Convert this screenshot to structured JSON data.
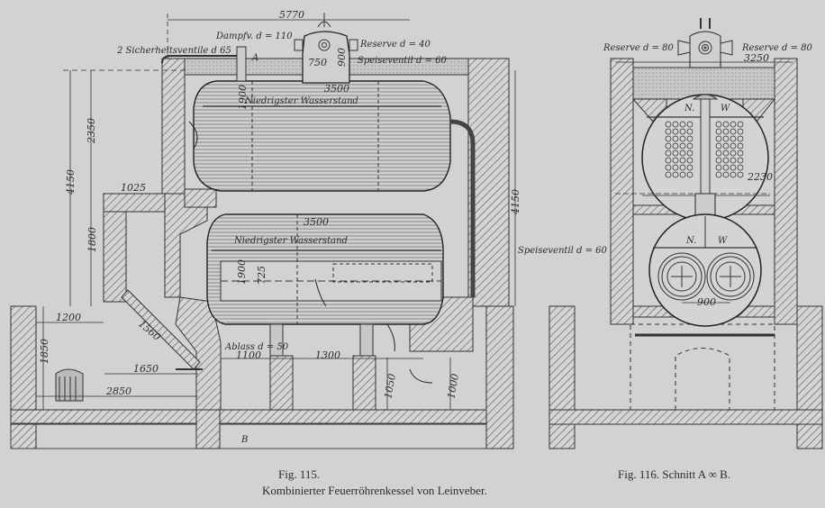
{
  "figure_115": {
    "caption_number": "Fig. 115.",
    "annotations": {
      "safety_valves": "2 Sicherheitsventile d 65",
      "steam_valve": "Dampfv. d = 110",
      "reserve": "Reserve d = 40",
      "feed_valve": "Speiseventil d = 60",
      "section_mark_a": "A",
      "section_mark_b": "B",
      "low_water_upper": "Niedrigster Wasserstand",
      "low_water_lower": "Niedrigster Wasserstand",
      "drain": "Ablass d = 50"
    },
    "dimensions": {
      "overall_length": "5770",
      "dome_width": "750",
      "dome_height": "900",
      "upper_drum_length": "3500",
      "upper_drum_diameter": "1900",
      "lower_drum_length": "3500",
      "lower_drum_diameter": "1900",
      "flue_diameter": "725",
      "height_upper": "2350",
      "height_total_left": "4150",
      "height_total_right": "4150",
      "firebox_width": "1025",
      "firebox_height": "1800",
      "ash_pit_width": "1200",
      "ash_pit_height": "1850",
      "grate_length": "1560",
      "grate_span": "1650",
      "setting_length": "2850",
      "support_spacing_a": "1100",
      "support_spacing_b": "1300",
      "flue_height_a": "1050",
      "flue_height_b": "1000"
    }
  },
  "figure_116": {
    "caption": "Fig. 116.  Schnitt A ∞ B.",
    "annotations": {
      "reserve_left": "Reserve d = 80",
      "reserve_right": "Reserve d = 80",
      "feed_valve": "Speiseventil d = 60",
      "upper_n": "N.",
      "upper_w": "W",
      "lower_n": "N.",
      "lower_w": "W"
    },
    "dimensions": {
      "setting_width": "3250",
      "upper_drum_diameter": "2230",
      "flue_spacing": "900"
    }
  },
  "main_caption": "Kombinierter Feuerröhrenkessel von Leinveber."
}
